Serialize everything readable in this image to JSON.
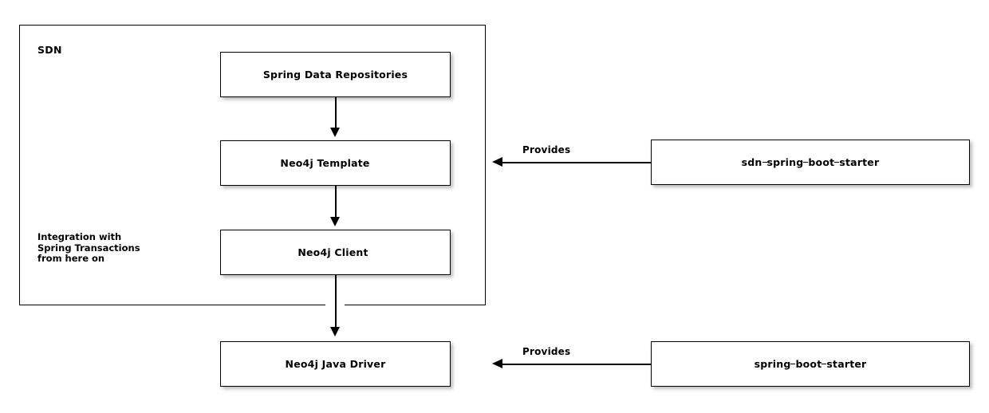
{
  "diagram": {
    "group": {
      "label": "SDN"
    },
    "annotation": {
      "line1": "Integration with",
      "line2": "Spring Transactions",
      "line3": "from here on"
    },
    "nodes": {
      "repositories": "Spring Data Repositories",
      "template": "Neo4j Template",
      "client": "Neo4j Client",
      "driver": "Neo4j Java Driver",
      "sdn_starter_part1": "sdn",
      "sdn_starter_part2": "spring",
      "sdn_starter_part3": "boot",
      "sdn_starter_part4": "starter",
      "spring_starter_part1": "spring",
      "spring_starter_part2": "boot",
      "spring_starter_part3": "starter"
    },
    "edges": {
      "provides_top": "Provides",
      "provides_bottom": "Provides"
    },
    "colors": {
      "stroke": "#000000",
      "background": "#ffffff"
    }
  }
}
